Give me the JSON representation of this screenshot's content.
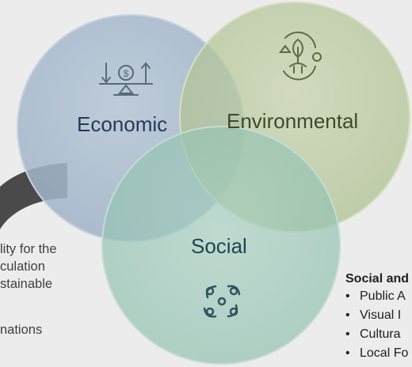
{
  "circles": {
    "economic": {
      "label": "Economic",
      "icon": "balance-scale-dollar-icon"
    },
    "environmental": {
      "label": "Environmental",
      "icon": "nature-cycle-icon"
    },
    "social": {
      "label": "Social",
      "icon": "people-network-icon"
    }
  },
  "left_text": {
    "lines": [
      "lity for the",
      "culation",
      "stainable",
      "",
      "nations"
    ]
  },
  "right_panel": {
    "title": "Social and",
    "items": [
      "Public A",
      "Visual I",
      "Cultura",
      "Local Fo"
    ]
  },
  "colors": {
    "economic": "#a6b8cc",
    "environmental": "#b8c79c",
    "social": "#9cc7b7",
    "arrow": "#4a4a4a",
    "background": "#ececec"
  }
}
